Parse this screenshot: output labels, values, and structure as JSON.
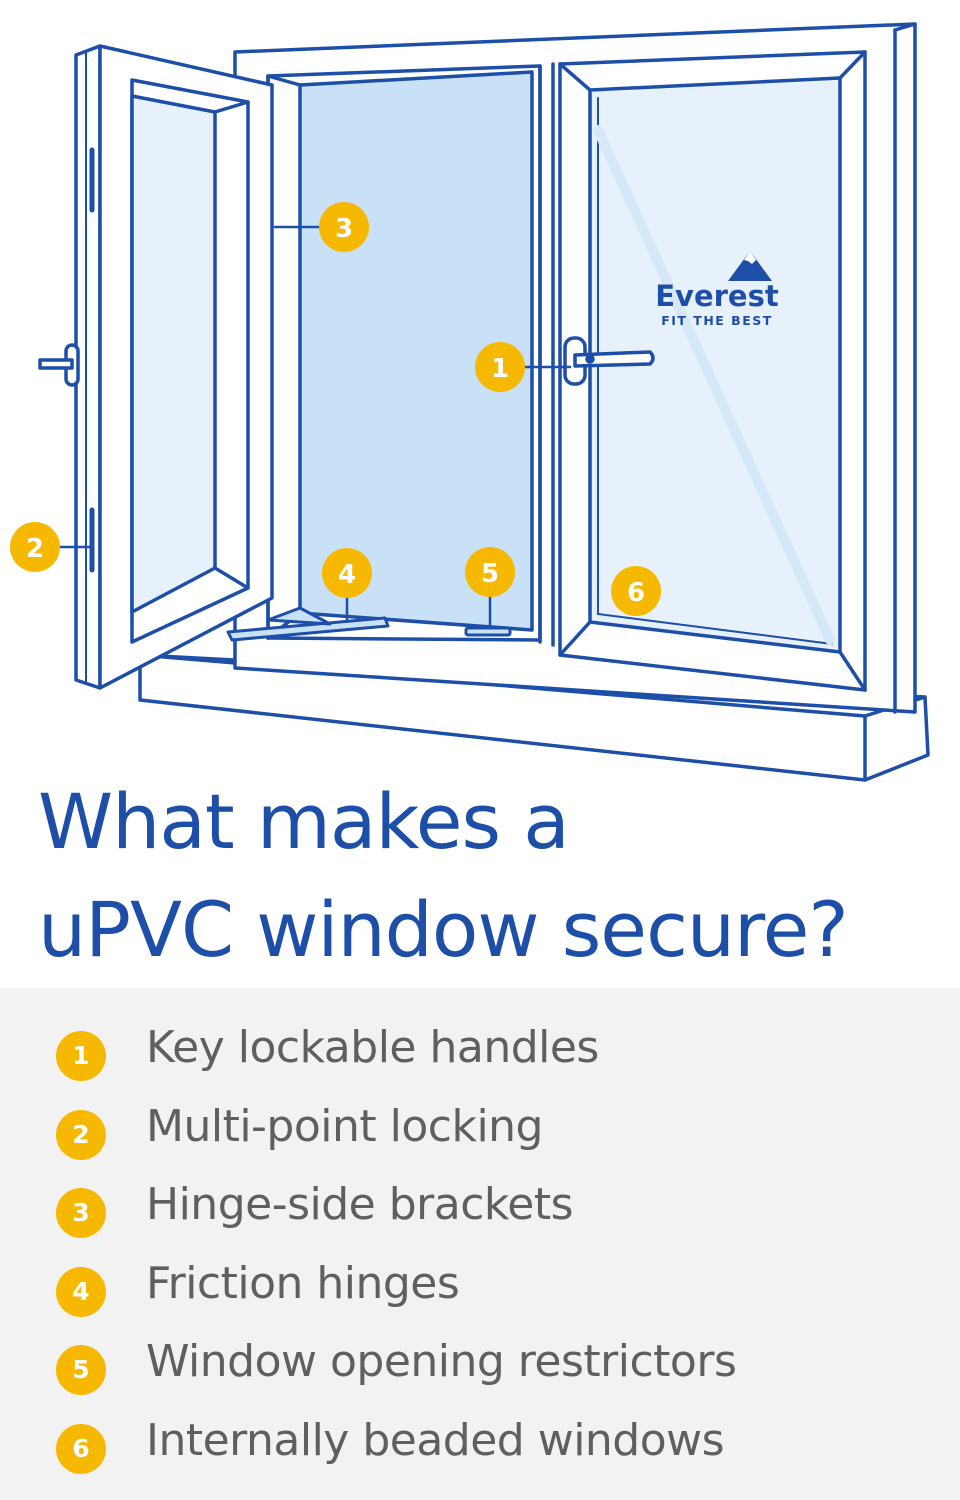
{
  "colors": {
    "outline": "#1e4fa8",
    "glass": "#c9e1f6",
    "glass_light": "#e6f1fb",
    "marker": "#f6b800",
    "panel": "#f2f2f2",
    "text_grey": "#5f5f5f"
  },
  "logo": {
    "name": "Everest",
    "tagline": "FIT THE BEST",
    "icon": "mountain-icon"
  },
  "markers": [
    "1",
    "2",
    "3",
    "4",
    "5",
    "6"
  ],
  "title": {
    "line1": "What makes a",
    "line2": "uPVC window secure?"
  },
  "features": [
    {
      "number": "1",
      "label": "Key lockable handles"
    },
    {
      "number": "2",
      "label": "Multi-point locking"
    },
    {
      "number": "3",
      "label": "Hinge-side brackets"
    },
    {
      "number": "4",
      "label": "Friction hinges"
    },
    {
      "number": "5",
      "label": "Window opening restrictors"
    },
    {
      "number": "6",
      "label": "Internally beaded windows"
    }
  ]
}
